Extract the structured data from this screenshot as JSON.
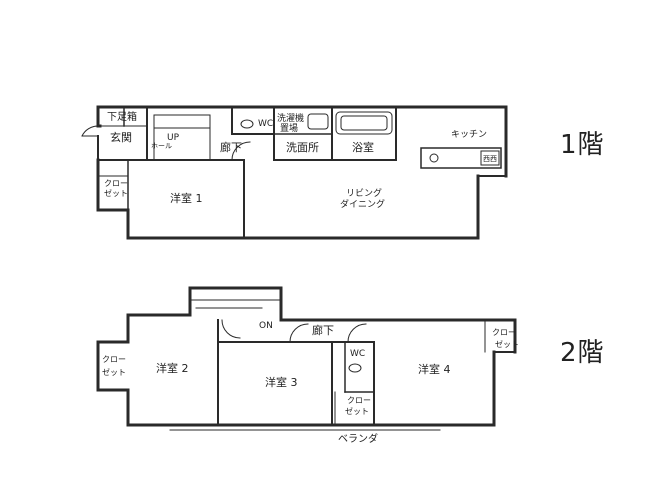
{
  "floor1": {
    "label": "1階",
    "rooms": {
      "shoe_box": "下足箱",
      "entrance": "玄関",
      "hall": "ホール",
      "up": "UP",
      "wc": "WC",
      "laundry_l1": "洗濯機",
      "laundry_l2": "置場",
      "corridor": "廊下",
      "washroom": "洗面所",
      "bathroom": "浴室",
      "kitchen": "キッチン",
      "stove": "西西",
      "closet_l1": "クロー",
      "closet_l2": "ゼット",
      "western1": "洋室 1",
      "living_l1": "リビング",
      "living_l2": "ダイニング"
    }
  },
  "floor2": {
    "label": "2階",
    "rooms": {
      "on": "ON",
      "corridor": "廊下",
      "wc": "WC",
      "closet_left_l1": "クロー",
      "closet_left_l2": "ゼット",
      "western2": "洋室 2",
      "western3": "洋室 3",
      "closet_mid_l1": "クロー",
      "closet_mid_l2": "ゼット",
      "western4": "洋室 4",
      "closet_right_l1": "クロー",
      "closet_right_l2": "ゼット",
      "veranda": "ベランダ"
    }
  }
}
